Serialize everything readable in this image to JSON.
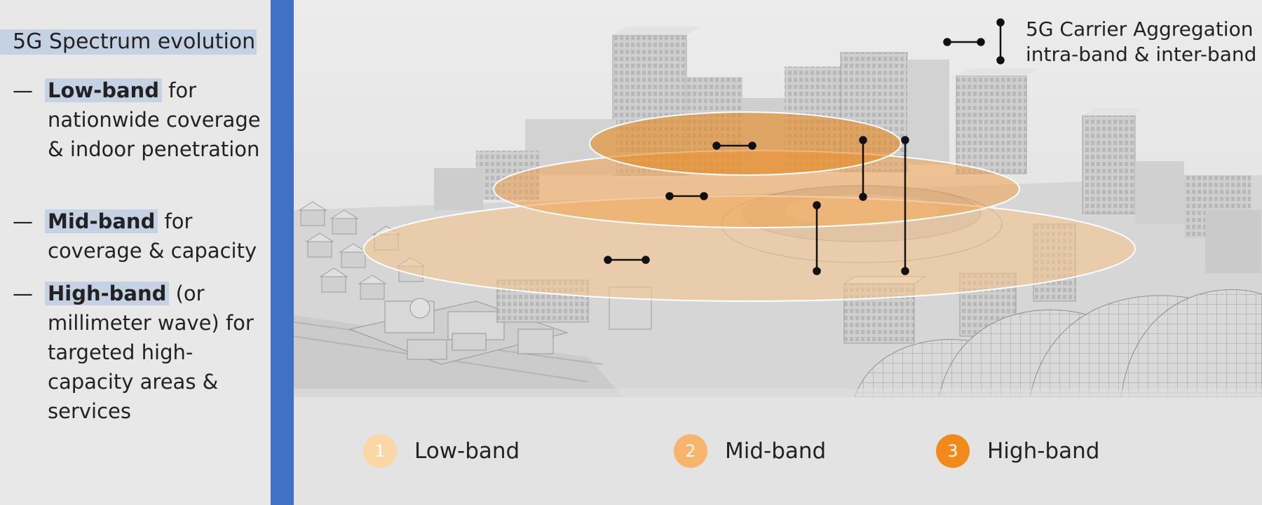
{
  "title": "5G Spectrum evolution",
  "bullets": [
    {
      "dash": "—",
      "term": "Low-band",
      "rest": " for nationwide coverage & indoor penetration"
    },
    {
      "dash": "—",
      "term": "Mid-band",
      "rest": " for coverage & capacity"
    },
    {
      "dash": "—",
      "term": "High-band",
      "rest": " (or millimeter wave) for targeted high-capacity areas & services"
    }
  ],
  "carrier_aggregation": {
    "line1": "5G Carrier Aggregation",
    "line2": "intra-band & inter-band",
    "icon": "carrier-aggregation-icon"
  },
  "legend": [
    {
      "number": "1",
      "label": "Low-band",
      "color": "#fbd7a6"
    },
    {
      "number": "2",
      "label": "Mid-band",
      "color": "#f6b56a"
    },
    {
      "number": "3",
      "label": "High-band",
      "color": "#f28a1a"
    }
  ],
  "colors": {
    "accent_bar": "#3f72c4",
    "highlight": "#c5d2e4",
    "low_band_disc": "#f7c48a",
    "mid_band_disc": "#f2a24e",
    "high_band_disc": "#e98a24"
  }
}
